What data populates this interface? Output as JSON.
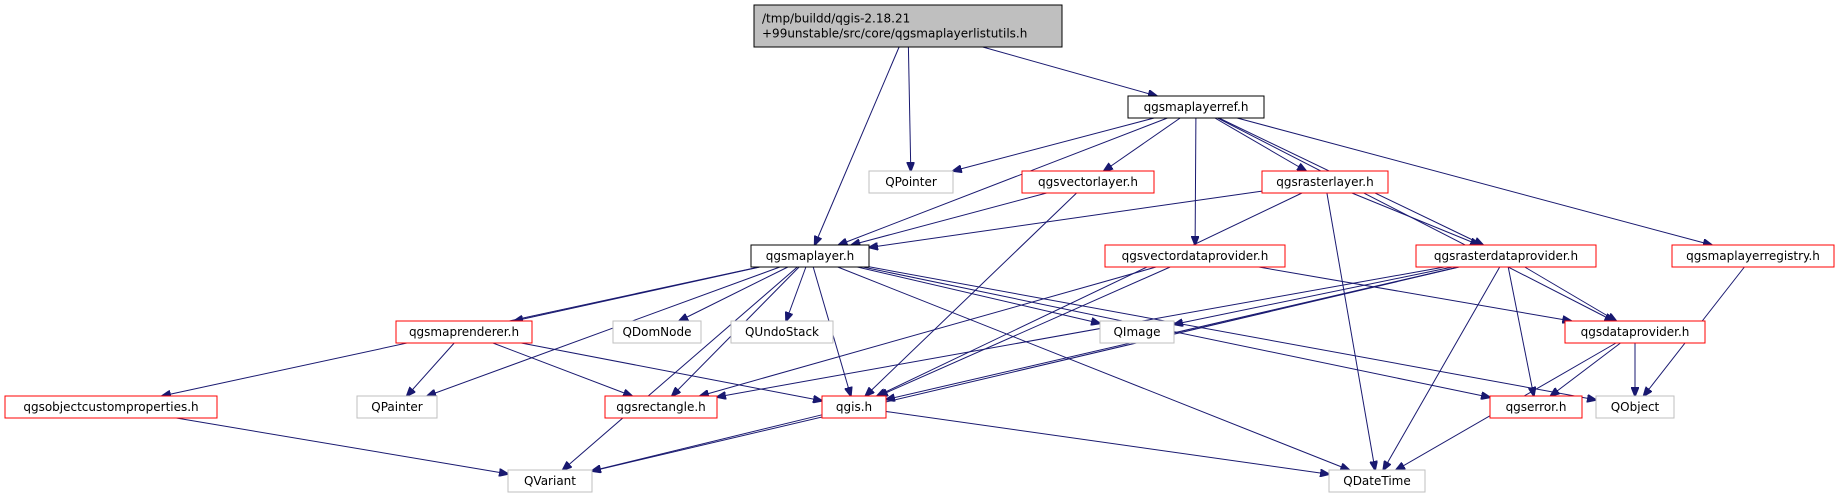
{
  "colors": {
    "root_fill": "#bfbfbf",
    "root_border": "#000000",
    "documented_border": "#000000",
    "undocumented_border": "#ff0000",
    "external_border": "#bfbfbf",
    "node_fill": "#ffffff",
    "edge": "#191970"
  },
  "nodes": [
    {
      "id": "root",
      "label_lines": [
        "/tmp/buildd/qgis-2.18.21",
        "+99unstable/src/core/qgsmaplayerlistutils.h"
      ],
      "style": "root"
    },
    {
      "id": "maplayerref",
      "label_lines": [
        "qgsmaplayerref.h"
      ],
      "style": "documented"
    },
    {
      "id": "qpointer",
      "label_lines": [
        "QPointer"
      ],
      "style": "external"
    },
    {
      "id": "vectorlayer",
      "label_lines": [
        "qgsvectorlayer.h"
      ],
      "style": "undocumented"
    },
    {
      "id": "rasterlayer",
      "label_lines": [
        "qgsrasterlayer.h"
      ],
      "style": "undocumented"
    },
    {
      "id": "maplayer",
      "label_lines": [
        "qgsmaplayer.h"
      ],
      "style": "documented"
    },
    {
      "id": "vectordataprovider",
      "label_lines": [
        "qgsvectordataprovider.h"
      ],
      "style": "undocumented"
    },
    {
      "id": "rasterdataprovider",
      "label_lines": [
        "qgsrasterdataprovider.h"
      ],
      "style": "undocumented"
    },
    {
      "id": "maplayerregistry",
      "label_lines": [
        "qgsmaplayerregistry.h"
      ],
      "style": "undocumented"
    },
    {
      "id": "maprenderer",
      "label_lines": [
        "qgsmaprenderer.h"
      ],
      "style": "undocumented"
    },
    {
      "id": "qdomnode",
      "label_lines": [
        "QDomNode"
      ],
      "style": "external"
    },
    {
      "id": "qundostack",
      "label_lines": [
        "QUndoStack"
      ],
      "style": "external"
    },
    {
      "id": "qimage",
      "label_lines": [
        "QImage"
      ],
      "style": "external"
    },
    {
      "id": "dataprovider",
      "label_lines": [
        "qgsdataprovider.h"
      ],
      "style": "undocumented"
    },
    {
      "id": "objectcustomproperties",
      "label_lines": [
        "qgsobjectcustomproperties.h"
      ],
      "style": "undocumented"
    },
    {
      "id": "qpainter",
      "label_lines": [
        "QPainter"
      ],
      "style": "external"
    },
    {
      "id": "rectangle",
      "label_lines": [
        "qgsrectangle.h"
      ],
      "style": "undocumented"
    },
    {
      "id": "qgis",
      "label_lines": [
        "qgis.h"
      ],
      "style": "undocumented"
    },
    {
      "id": "error",
      "label_lines": [
        "qgserror.h"
      ],
      "style": "undocumented"
    },
    {
      "id": "qobject",
      "label_lines": [
        "QObject"
      ],
      "style": "external"
    },
    {
      "id": "qvariant",
      "label_lines": [
        "QVariant"
      ],
      "style": "external"
    },
    {
      "id": "qdatetime",
      "label_lines": [
        "QDateTime"
      ],
      "style": "external"
    }
  ],
  "edges": [
    [
      "root",
      "maplayer"
    ],
    [
      "root",
      "qpointer"
    ],
    [
      "root",
      "maplayerref"
    ],
    [
      "maplayerref",
      "qpointer"
    ],
    [
      "maplayerref",
      "maplayer"
    ],
    [
      "maplayerref",
      "vectorlayer"
    ],
    [
      "maplayerref",
      "vectordataprovider"
    ],
    [
      "maplayerref",
      "rasterlayer"
    ],
    [
      "maplayerref",
      "rasterdataprovider"
    ],
    [
      "maplayerref",
      "dataprovider"
    ],
    [
      "maplayerref",
      "maplayerregistry"
    ],
    [
      "vectorlayer",
      "maplayer"
    ],
    [
      "vectorlayer",
      "qgis"
    ],
    [
      "rasterlayer",
      "maplayer"
    ],
    [
      "rasterlayer",
      "rasterdataprovider"
    ],
    [
      "rasterlayer",
      "qgis"
    ],
    [
      "rasterlayer",
      "qdatetime"
    ],
    [
      "maplayer",
      "objectcustomproperties"
    ],
    [
      "maplayer",
      "qvariant"
    ],
    [
      "maplayer",
      "qpainter"
    ],
    [
      "maplayer",
      "rectangle"
    ],
    [
      "maplayer",
      "maprenderer"
    ],
    [
      "maplayer",
      "qgis"
    ],
    [
      "maplayer",
      "qdomnode"
    ],
    [
      "maplayer",
      "qundostack"
    ],
    [
      "maplayer",
      "qimage"
    ],
    [
      "maplayer",
      "qdatetime"
    ],
    [
      "maplayer",
      "error"
    ],
    [
      "maplayer",
      "qobject"
    ],
    [
      "vectordataprovider",
      "rectangle"
    ],
    [
      "vectordataprovider",
      "qgis"
    ],
    [
      "vectordataprovider",
      "dataprovider"
    ],
    [
      "rasterdataprovider",
      "qimage"
    ],
    [
      "rasterdataprovider",
      "rectangle"
    ],
    [
      "rasterdataprovider",
      "qgis"
    ],
    [
      "rasterdataprovider",
      "qvariant"
    ],
    [
      "rasterdataprovider",
      "qdatetime"
    ],
    [
      "rasterdataprovider",
      "error"
    ],
    [
      "rasterdataprovider",
      "dataprovider"
    ],
    [
      "maplayerregistry",
      "qobject"
    ],
    [
      "maprenderer",
      "qpainter"
    ],
    [
      "maprenderer",
      "rectangle"
    ],
    [
      "maprenderer",
      "qgis"
    ],
    [
      "dataprovider",
      "error"
    ],
    [
      "dataprovider",
      "qobject"
    ],
    [
      "dataprovider",
      "qdatetime"
    ],
    [
      "objectcustomproperties",
      "qvariant"
    ],
    [
      "qgis",
      "qvariant"
    ],
    [
      "qgis",
      "qdatetime"
    ]
  ]
}
